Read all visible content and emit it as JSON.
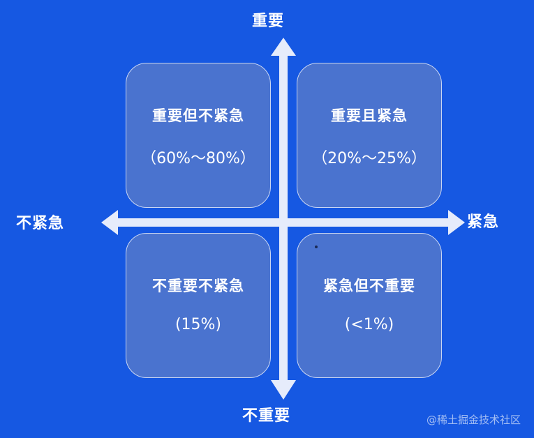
{
  "axes": {
    "top": "重要",
    "bottom": "不重要",
    "left": "不紧急",
    "right": "紧急"
  },
  "quadrants": {
    "top_left": {
      "title": "重要但不紧急",
      "percent": "（60%～80%）"
    },
    "top_right": {
      "title": "重要且紧急",
      "percent": "（20%～25%）"
    },
    "bottom_left": {
      "title": "不重要不紧急",
      "percent": "(15%)"
    },
    "bottom_right": {
      "title": "紧急但不重要",
      "percent": "(<1%)"
    }
  },
  "watermark": "@稀土掘金技术社区",
  "colors": {
    "background": "#1658e2",
    "quadrant_fill": "#4a73cf",
    "quadrant_border": "#c9d6f3",
    "axis": "#e6ecfb"
  }
}
